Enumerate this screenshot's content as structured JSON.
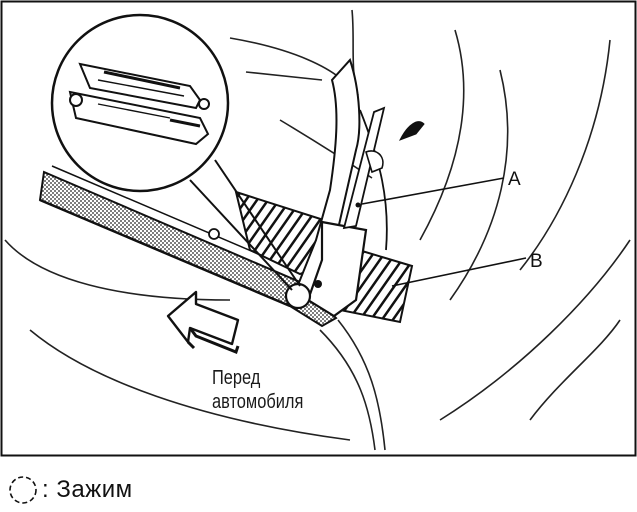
{
  "callouts": {
    "a": "A",
    "b": "B"
  },
  "front_caption": {
    "line1": "Перед",
    "line2": "автомобиля"
  },
  "legend": {
    "text": ": Зажим",
    "icon": "clip-symbol-icon"
  },
  "colors": {
    "ink": "#111111",
    "background": "#ffffff",
    "hatch": "#222222"
  }
}
